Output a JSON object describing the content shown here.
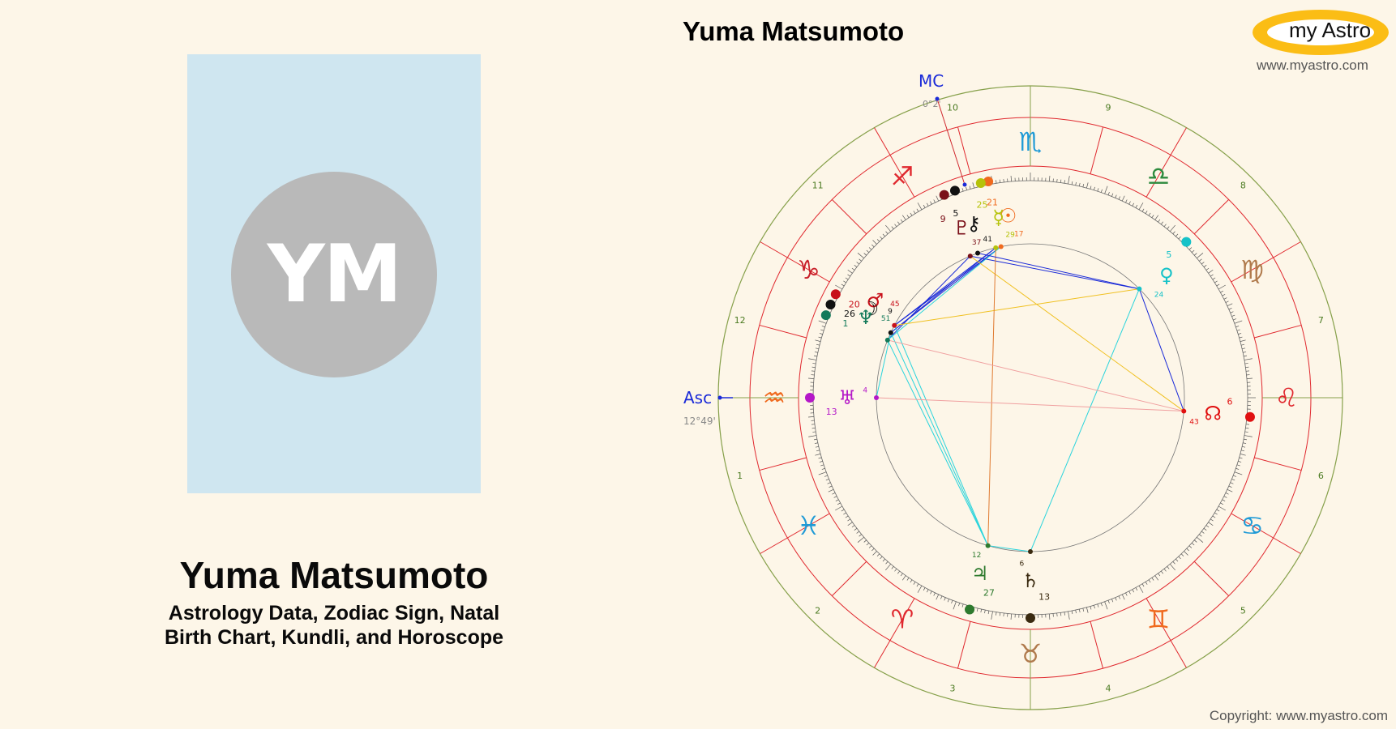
{
  "header": {
    "chart_title": "Yuma Matsumoto",
    "logo_text": "my Astro",
    "logo_url": "www.myastro.com"
  },
  "profile": {
    "initials": "YM",
    "name": "Yuma Matsumoto",
    "subtitle_line1": "Astrology Data, Zodiac Sign, Natal",
    "subtitle_line2": "Birth Chart, Kundli, and Horoscope"
  },
  "footer": {
    "copyright": "Copyright: www.myastro.com"
  },
  "chart": {
    "angles": {
      "asc_label": "Asc",
      "asc_degree": "12°49'",
      "mc_label": "MC",
      "mc_degree": "0°2'"
    },
    "signs": [
      {
        "name": "aries",
        "glyph": "♈",
        "color": "#e0282e"
      },
      {
        "name": "taurus",
        "glyph": "♉",
        "color": "#b07a4c"
      },
      {
        "name": "gemini",
        "glyph": "♊",
        "color": "#f06a1e"
      },
      {
        "name": "cancer",
        "glyph": "♋",
        "color": "#1f9ad6"
      },
      {
        "name": "leo",
        "glyph": "♌",
        "color": "#e0282e"
      },
      {
        "name": "virgo",
        "glyph": "♍",
        "color": "#b07a4c"
      },
      {
        "name": "libra",
        "glyph": "♎",
        "color": "#2e8b3e"
      },
      {
        "name": "scorpio",
        "glyph": "♏",
        "color": "#1f9ad6"
      },
      {
        "name": "sagittarius",
        "glyph": "♐",
        "color": "#e0282e"
      },
      {
        "name": "capricorn",
        "glyph": "♑",
        "color": "#c8202a"
      },
      {
        "name": "aquarius",
        "glyph": "♒",
        "color": "#f06a1e"
      },
      {
        "name": "pisces",
        "glyph": "♓",
        "color": "#1f9ad6"
      }
    ],
    "house_numbers": [
      "1",
      "2",
      "3",
      "4",
      "5",
      "6",
      "7",
      "8",
      "9",
      "10",
      "11",
      "12"
    ],
    "planets": [
      {
        "name": "sun",
        "glyph": "☉",
        "deg": "21",
        "min": "17",
        "color": "#f06a1e"
      },
      {
        "name": "mercury",
        "glyph": "☿",
        "deg": "25",
        "min": "29",
        "color": "#b5c20a"
      },
      {
        "name": "venus",
        "glyph": "♀",
        "deg": "5",
        "min": "24",
        "color": "#16c2c8"
      },
      {
        "name": "mars",
        "glyph": "♂",
        "deg": "20",
        "min": "45",
        "color": "#c8101a"
      },
      {
        "name": "moon",
        "glyph": "☽",
        "deg": "26",
        "min": "9",
        "color": "#111111"
      },
      {
        "name": "neptune",
        "glyph": "♆",
        "deg": "1",
        "min": "51",
        "color": "#137a5a"
      },
      {
        "name": "uranus",
        "glyph": "♅",
        "deg": "13",
        "min": "4",
        "color": "#b417c8"
      },
      {
        "name": "pluto",
        "glyph": "♇",
        "deg": "9",
        "min": "37",
        "color": "#7a0f18"
      },
      {
        "name": "chiron",
        "glyph": "⚷",
        "deg": "5",
        "min": "41",
        "color": "#111111"
      },
      {
        "name": "jupiter",
        "glyph": "♃",
        "deg": "27",
        "min": "12",
        "color": "#2e7a2e"
      },
      {
        "name": "saturn",
        "glyph": "♄",
        "deg": "13",
        "min": "6",
        "color": "#3a2a10"
      },
      {
        "name": "north-node",
        "glyph": "☊",
        "deg": "6",
        "min": "43",
        "color": "#e01010"
      }
    ],
    "colors": {
      "outer_ring": "#86a04a",
      "inner_ring": "#e0282e",
      "aspect_blue": "#1a2ad8",
      "aspect_cyan": "#2ad4dc",
      "aspect_yellow": "#f0c020",
      "aspect_orange": "#e07a30",
      "aspect_pink": "#f0a0a0"
    }
  }
}
